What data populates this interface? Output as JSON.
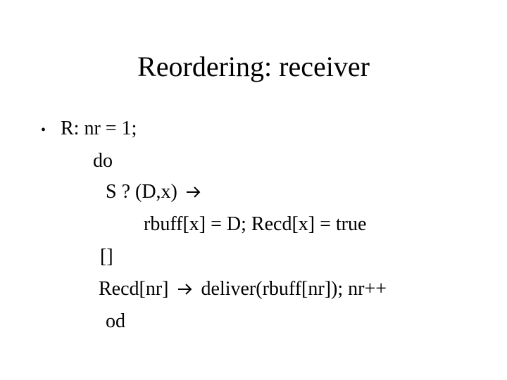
{
  "slide": {
    "title": "Reordering: receiver",
    "bullet_symbol": "•",
    "lines": {
      "l1": "R:  nr = 1;",
      "l2": "do",
      "l3": "S ? (D,x)",
      "l4": "rbuff[x] = D; Recd[x] = true",
      "l5": "[]",
      "l6_left": "Recd[nr]",
      "l6_right": "deliver(rbuff[nr]); nr++",
      "l7": "od"
    }
  }
}
